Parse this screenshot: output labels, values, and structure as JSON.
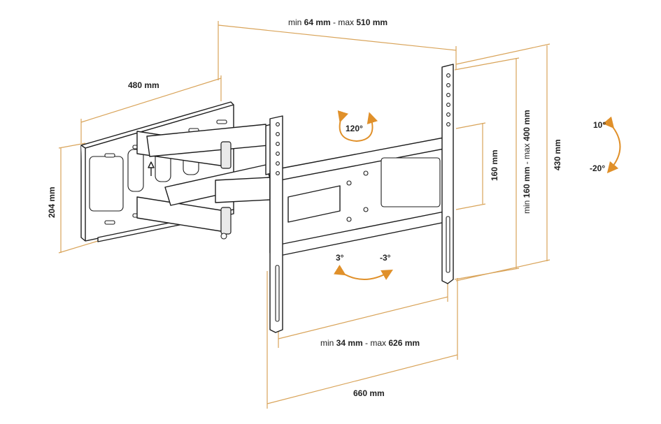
{
  "diagram": {
    "dim_top": {
      "prefix": "min ",
      "min": "64 mm",
      "mid": " - max ",
      "max": "510 mm"
    },
    "dim_480": "480 mm",
    "dim_204": "204 mm",
    "dim_160": "160 mm",
    "dim_vesa_v": {
      "prefix": "min ",
      "min": "160 mm",
      "mid": " - max ",
      "max": "400 mm"
    },
    "dim_430": "430 mm",
    "dim_bottom": {
      "prefix": "min ",
      "min": "34 mm",
      "mid": " - max ",
      "max": "626 mm"
    },
    "dim_660": "660 mm",
    "swivel": "120°",
    "rotate_left": "3°",
    "rotate_right": "-3°",
    "tilt_up": "10°",
    "tilt_down": "-20°"
  },
  "colors": {
    "dimension": "#d9a45a",
    "arrow": "#e0902a",
    "ink": "#1d1d1d"
  }
}
